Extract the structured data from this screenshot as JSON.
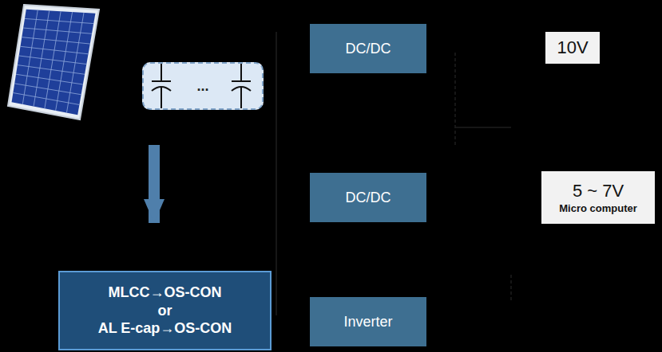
{
  "diagram": {
    "nodes": [
      {
        "text": [
          "..."
        ]
      },
      {
        "text": [
          "DC/DC"
        ]
      },
      {
        "text": [
          "10V"
        ]
      },
      {
        "text": [
          "DC/DC"
        ]
      },
      {
        "text": [
          "5 ~ 7V",
          "Micro computer"
        ]
      },
      {
        "text": [
          "MLCC→OS-CON",
          "or",
          "AL E-cap→OS-CON"
        ]
      },
      {
        "text": [
          "Inverter"
        ]
      }
    ],
    "edges": [
      {
        "from": 0,
        "to": 5,
        "arrow": "to"
      }
    ]
  }
}
